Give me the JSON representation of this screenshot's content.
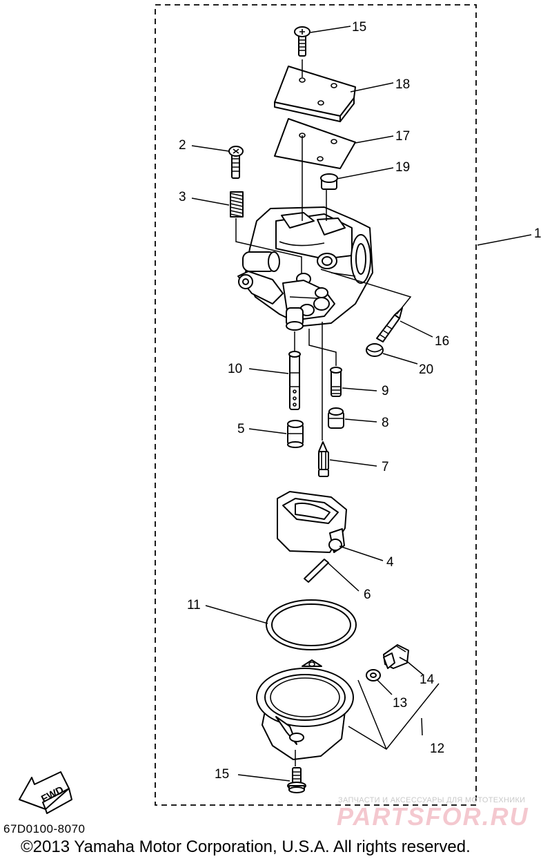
{
  "diagram": {
    "labels": {
      "p1": "1",
      "p2": "2",
      "p3": "3",
      "p4": "4",
      "p5": "5",
      "p6": "6",
      "p7": "7",
      "p8": "8",
      "p9": "9",
      "p10": "10",
      "p11": "11",
      "p12": "12",
      "p13": "13",
      "p14": "14",
      "p15a": "15",
      "p15b": "15",
      "p16": "16",
      "p17": "17",
      "p18": "18",
      "p19": "19",
      "p20": "20"
    },
    "fwd_label": "FWD"
  },
  "footer": {
    "code": "67D0100-8070",
    "copyright": "©2013 Yamaha Motor Corporation, U.S.A. All rights reserved."
  },
  "watermark": {
    "small": "ЗАПЧАСТИ И АКСЕССУАРЫ ДЛЯ МОТОТЕХНИКИ",
    "big": "PARTSFOR.RU"
  }
}
